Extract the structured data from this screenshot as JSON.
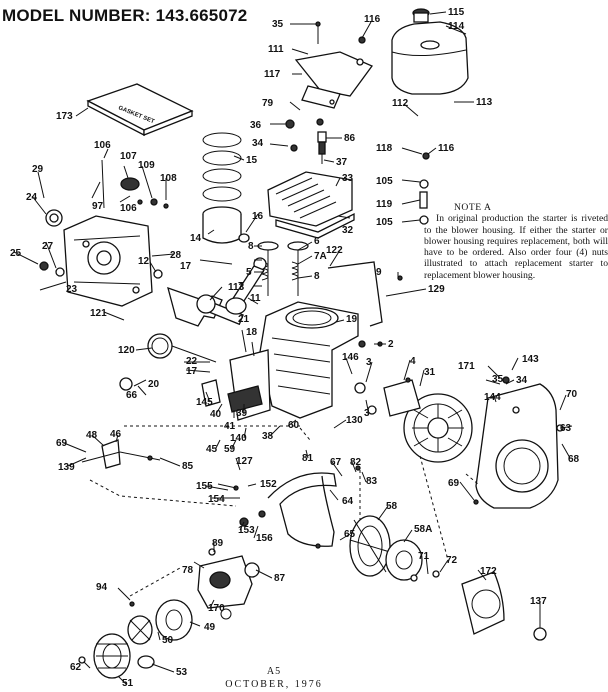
{
  "title": "MODEL NUMBER:  143.665072",
  "note": {
    "heading": "NOTE A",
    "body": "In original production the starter is riveted to the blower housing. If either the starter or blower housing requires replacement, both will have to be ordered. Also order four (4) nuts illustrated to attach replacement starter to replacement blower housing."
  },
  "gasket_set_label": "GASKET SET",
  "footer": {
    "page": "A5",
    "date": "OCTOBER, 1976"
  },
  "callouts": [
    "35",
    "116",
    "115",
    "114",
    "111",
    "117",
    "113",
    "112",
    "173",
    "79",
    "36",
    "86",
    "34",
    "37",
    "15",
    "118",
    "116",
    "106",
    "107",
    "109",
    "108",
    "29",
    "97",
    "106",
    "24",
    "16",
    "33",
    "105",
    "119",
    "105",
    "14",
    "32",
    "25",
    "27",
    "28",
    "12",
    "17",
    "6",
    "7A",
    "8",
    "122",
    "23",
    "5",
    "7",
    "8",
    "9",
    "113",
    "11",
    "129",
    "121",
    "21",
    "18",
    "19",
    "2",
    "120",
    "22",
    "17",
    "20",
    "146",
    "3",
    "4",
    "31",
    "171",
    "143",
    "35",
    "34",
    "144",
    "70",
    "66",
    "145",
    "40",
    "41",
    "39",
    "38",
    "60",
    "3",
    "130",
    "63",
    "68",
    "69",
    "48",
    "46",
    "45",
    "59",
    "140",
    "139",
    "85",
    "81",
    "67",
    "82",
    "83",
    "127",
    "152",
    "155",
    "154",
    "64",
    "58",
    "69",
    "153",
    "156",
    "89",
    "65",
    "58A",
    "78",
    "87",
    "71",
    "72",
    "172",
    "94",
    "170",
    "49",
    "137",
    "50",
    "62",
    "51",
    "53"
  ]
}
